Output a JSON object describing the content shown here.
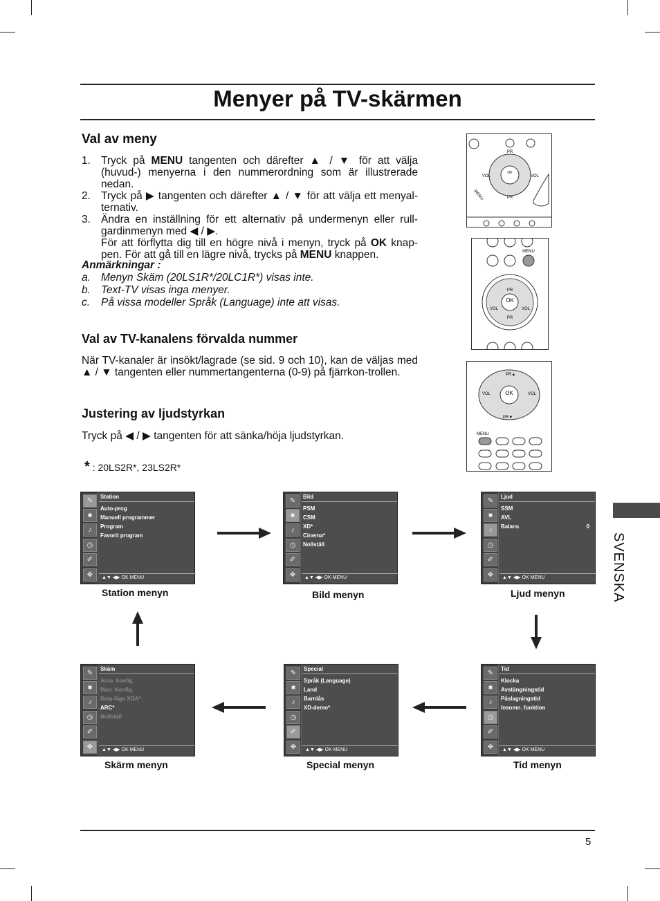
{
  "title": "Menyer på TV-skärmen",
  "s1": {
    "heading": "Val av meny",
    "steps": [
      {
        "n": "1.",
        "pre": "Tryck på ",
        "b": "MENU",
        "post": " tangenten och därefter ▲ / ▼ för att välja (huvud-) menyerna i den nummerordning som är illustrerade nedan."
      },
      {
        "n": "2.",
        "pre": "Tryck på ▶ tangenten och därefter ▲ / ▼ för att välja ett menyal-ternativ.",
        "b": "",
        "post": ""
      },
      {
        "n": "3.",
        "pre": "Ändra en inställning för ett alternativ på undermenyn eller rull-gardinmenyn med ◀ / ▶.",
        "b": "",
        "post": ""
      }
    ],
    "step3b_pre": "För att förflytta dig till en högre nivå i menyn, tryck på ",
    "step3b_ok": "OK",
    "step3b_mid": " knap-pen. För att gå till en lägre nivå, trycks på ",
    "step3b_menu": "MENU",
    "step3b_post": " knappen.",
    "notes_title": "Anmärkningar :",
    "notes": [
      {
        "l": "a.",
        "t": "Menyn Skäm (20LS1R*/20LC1R*) visas inte."
      },
      {
        "l": "b.",
        "t": "Text-TV visas inga menyer."
      },
      {
        "l": "c.",
        "t": "På vissa modeller Språk (Language) inte att visas."
      }
    ]
  },
  "s2": {
    "heading": "Val av TV-kanalens förvalda nummer",
    "text": "När TV-kanaler är insökt/lagrade (se sid. 9 och 10), kan de väljas med ▲ / ▼ tangenten eller nummertangenterna (0-9) på fjärrkon-trollen."
  },
  "s3": {
    "heading": "Justering av ljudstyrkan",
    "text": "Tryck på ◀ / ▶ tangenten för att sänka/höja ljudstyrkan."
  },
  "model_note": {
    "star": "*",
    "text": ": 20LS2R*, 23LS2R*"
  },
  "side_label": "SVENSKA",
  "remote_labels": {
    "pr": "PR",
    "vol": "VOL",
    "ok": "OK",
    "menu": "MENU"
  },
  "menus": {
    "station": {
      "head": "Station",
      "items": [
        "Auto-prog",
        "Manuell programmer",
        "Program",
        "Favorit program"
      ],
      "caption": "Station menyn"
    },
    "bild": {
      "head": "Bild",
      "items": [
        "PSM",
        "CSM",
        "XD*",
        "Cinema*",
        "Nollställ"
      ],
      "caption": "Bild menyn"
    },
    "ljud": {
      "head": "Ljud",
      "items": [
        "SSM",
        "AVL",
        "Balans"
      ],
      "balans_value": "0",
      "caption": "Ljud menyn"
    },
    "skarm": {
      "head": "Skäm",
      "items": [
        "Auto. konfig.",
        "Man. Konfig.",
        "Data-läge XGA*",
        "ARC*",
        "Nollställ"
      ],
      "caption": "Skärm menyn"
    },
    "special": {
      "head": "Special",
      "items": [
        "Språk (Language)",
        "Land",
        "Barnlås",
        "XD-demo*"
      ],
      "caption": "Special menyn"
    },
    "tid": {
      "head": "Tid",
      "items": [
        "Klocka",
        "Avstängningstid",
        "Påslagningstid",
        "Insomn. funktion"
      ],
      "caption": "Tid menyn"
    }
  },
  "menu_footer": "▲▼  ◀▶   OK   MENU",
  "page_number": "5"
}
